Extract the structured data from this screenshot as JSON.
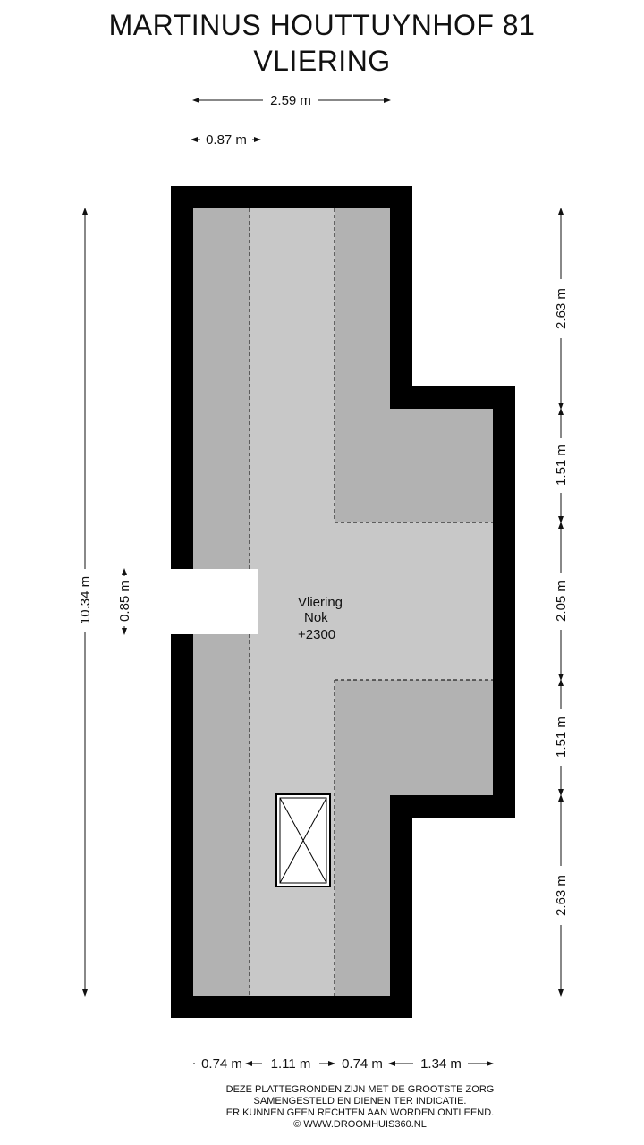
{
  "title": {
    "line1": "MARTINUS HOUTTUYNHOF 81",
    "line2": "VLIERING"
  },
  "room": {
    "name": "Vliering",
    "label": "Nok",
    "height": "+2300"
  },
  "dimensions": {
    "top_width": "2.59 m",
    "top_small": "0.87 m",
    "left_total": "10.34 m",
    "left_gap": "0.85 m",
    "right_1": "2.63 m",
    "right_2": "1.51 m",
    "right_3": "2.05 m",
    "right_4": "1.51 m",
    "right_5": "2.63 m",
    "bottom_1": "0.74 m",
    "bottom_2": "1.11 m",
    "bottom_3": "0.74 m",
    "bottom_4": "1.34 m"
  },
  "disclaimer": {
    "line1": "DEZE PLATTEGRONDEN ZIJN MET DE GROOTSTE ZORG",
    "line2": "SAMENGESTELD EN DIENEN TER INDICATIE.",
    "line3": "ER KUNNEN GEEN RECHTEN AAN WORDEN ONTLEEND.",
    "line4": "© WWW.DROOMHUIS360.NL"
  },
  "colors": {
    "wall": "#000000",
    "floor_light": "#c8c8c8",
    "floor_dark": "#b2b2b2"
  }
}
